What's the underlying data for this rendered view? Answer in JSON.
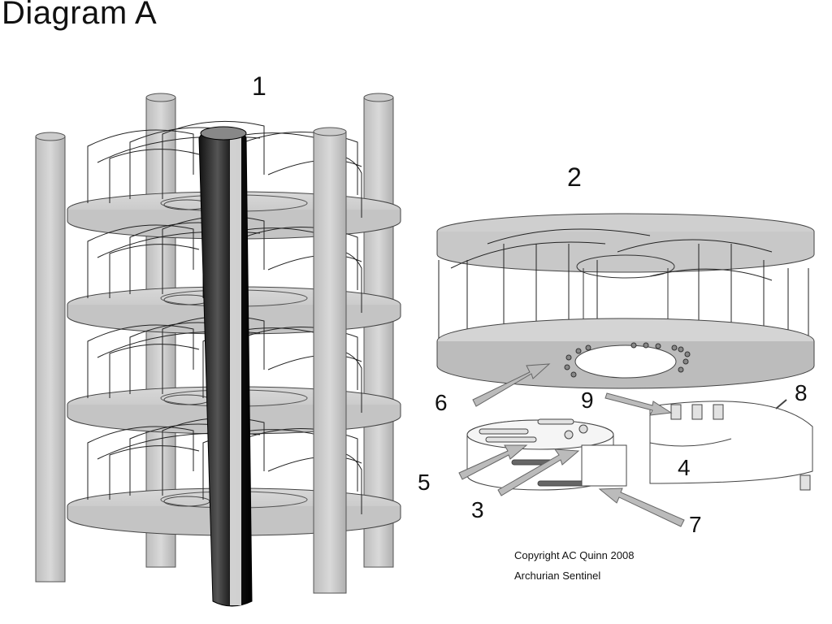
{
  "title": "Diagram A",
  "labels": {
    "l1": "1",
    "l2": "2",
    "l3": "3",
    "l4": "4",
    "l5": "5",
    "l6": "6",
    "l7": "7",
    "l8": "8",
    "l9": "9"
  },
  "credits": {
    "copyright": "Copyright AC Quinn 2008",
    "name": "Archurian Sentinel"
  }
}
